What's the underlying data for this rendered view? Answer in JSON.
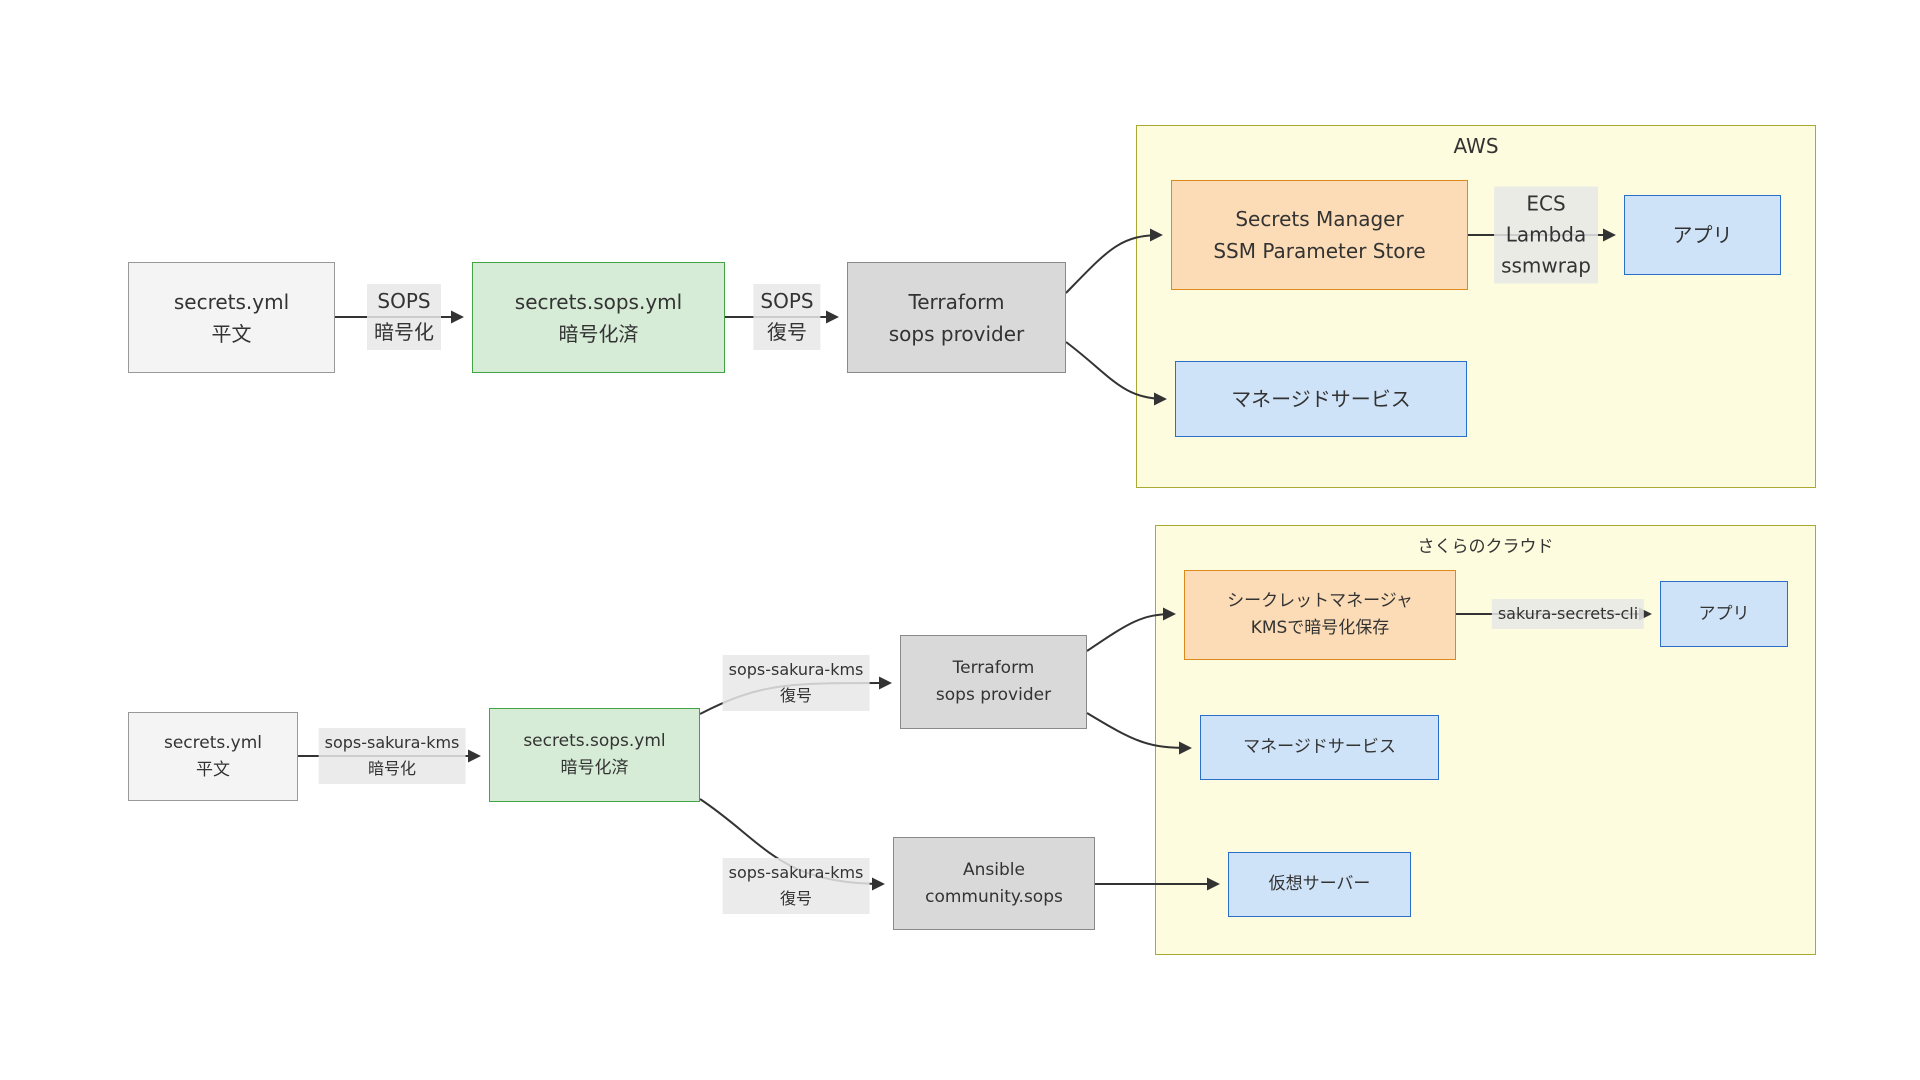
{
  "colors": {
    "background": "#ffffff",
    "cluster_fill": "#fdfcdf",
    "cluster_border": "#aaaa33",
    "node_plain_fill": "#f4f4f4",
    "node_plain_border": "#999999",
    "node_gray_fill": "#d9d9d9",
    "node_gray_border": "#8a8a8a",
    "node_green_fill": "#d7ecd7",
    "node_green_border": "#41a341",
    "node_orange_fill": "#fbdcb6",
    "node_orange_border": "#dd8a1c",
    "node_blue_fill": "#cfe3f8",
    "node_blue_border": "#2a70c8",
    "edge_stroke": "#333333",
    "edge_label_bg": "#e8e8e8",
    "text": "#333333"
  },
  "top": {
    "container_title": "AWS",
    "nodes": {
      "secrets_plain": {
        "line1": "secrets.yml",
        "line2": "平文"
      },
      "secrets_encrypted": {
        "line1": "secrets.sops.yml",
        "line2": "暗号化済"
      },
      "terraform": {
        "line1": "Terraform",
        "line2": "sops provider"
      },
      "secrets_manager": {
        "line1": "Secrets Manager",
        "line2": "SSM Parameter Store"
      },
      "app": {
        "line1": "アプリ"
      },
      "managed_service": {
        "line1": "マネージドサービス"
      }
    },
    "edge_labels": {
      "encrypt": {
        "line1": "SOPS",
        "line2": "暗号化"
      },
      "decrypt": {
        "line1": "SOPS",
        "line2": "復号"
      },
      "runtime": {
        "line1": "ECS",
        "line2": "Lambda",
        "line3": "ssmwrap"
      }
    }
  },
  "bottom": {
    "container_title": "さくらのクラウド",
    "nodes": {
      "secrets_plain": {
        "line1": "secrets.yml",
        "line2": "平文"
      },
      "secrets_encrypted": {
        "line1": "secrets.sops.yml",
        "line2": "暗号化済"
      },
      "terraform": {
        "line1": "Terraform",
        "line2": "sops provider"
      },
      "ansible": {
        "line1": "Ansible",
        "line2": "community.sops"
      },
      "secret_manager": {
        "line1": "シークレットマネージャ",
        "line2": "KMSで暗号化保存"
      },
      "app": {
        "line1": "アプリ"
      },
      "managed_service": {
        "line1": "マネージドサービス"
      },
      "virtual_server": {
        "line1": "仮想サーバー"
      }
    },
    "edge_labels": {
      "encrypt": {
        "line1": "sops-sakura-kms",
        "line2": "暗号化"
      },
      "decrypt_terraform": {
        "line1": "sops-sakura-kms",
        "line2": "復号"
      },
      "decrypt_ansible": {
        "line1": "sops-sakura-kms",
        "line2": "復号"
      },
      "cli": {
        "line1": "sakura-secrets-cli"
      }
    }
  }
}
